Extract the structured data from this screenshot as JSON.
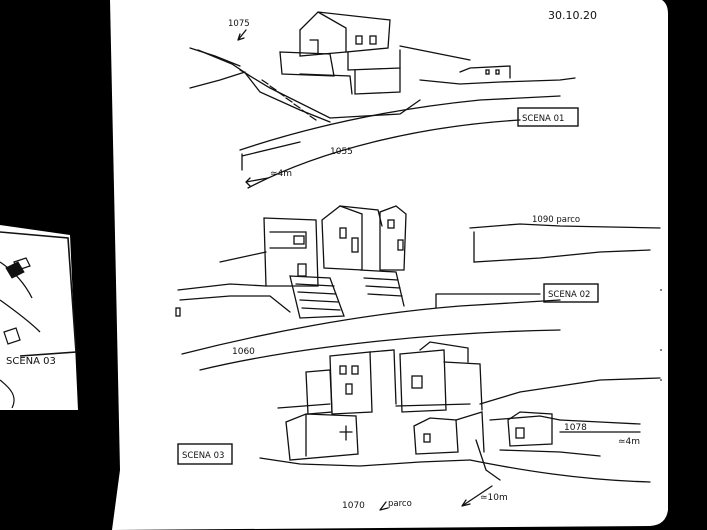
{
  "sketchbook": {
    "date": "30.10.20",
    "page_color": "#ffffff",
    "background_color": "#000000",
    "ink_color": "#111111"
  },
  "scene1": {
    "label": "SCENA 01",
    "elevation_top": "1075",
    "elevation_road": "1055",
    "width_note": "≃4m"
  },
  "scene2": {
    "label": "SCENA 02",
    "elevation_park": "1090 parco",
    "elevation_road": "1060"
  },
  "scene3": {
    "label": "SCENA 03",
    "elevation_right": "1078",
    "height_note": "≃4m",
    "width_note": "≃10m",
    "elevation_bottom": "1070",
    "park_note": "parco"
  },
  "left_page": {
    "label": "SCENA 03"
  }
}
